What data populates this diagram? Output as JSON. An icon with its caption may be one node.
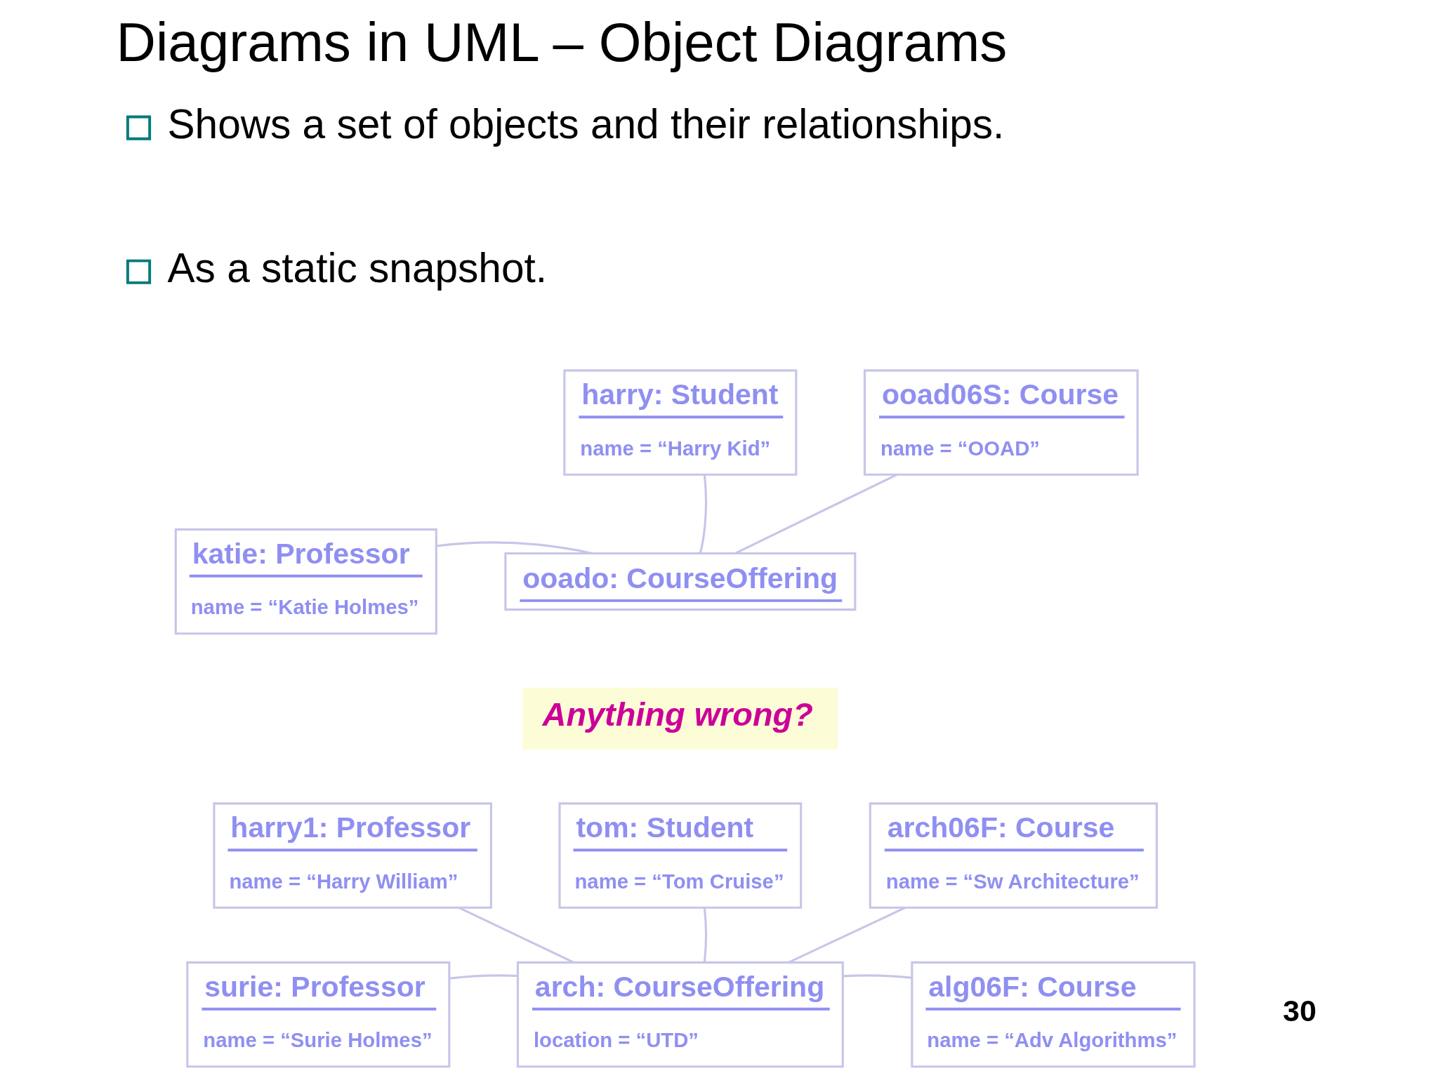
{
  "diagram": {
    "title": "Diagrams in UML – Object Diagrams",
    "nodes": [
      {
        "text": [
          "harry: Student",
          "name = “Harry Kid”"
        ]
      },
      {
        "text": [
          "ooad06S: Course",
          "name = “OOAD”"
        ]
      },
      {
        "text": [
          "katie: Professor",
          "name = “Katie Holmes”"
        ]
      },
      {
        "text": [
          "ooado: CourseOffering"
        ]
      },
      {
        "text": [
          "Anything wrong?"
        ]
      },
      {
        "text": [
          "arch06F: Course",
          "name = “Sw Architecture”"
        ]
      },
      {
        "text": [
          "tom: Student",
          "name = “Tom Cruise”"
        ]
      },
      {
        "text": [
          "harry1: Professor",
          "name = “Harry William”"
        ]
      },
      {
        "text": [
          "alg06F: Course",
          "name = “Adv Algorithms”"
        ]
      },
      {
        "text": [
          "surie: Professor",
          "name = “Surie Holmes”"
        ]
      },
      {
        "text": [
          "arch: CourseOffering",
          "location = “UTD”"
        ]
      }
    ],
    "edges": [
      {
        "from": 0,
        "to": 3,
        "arrow": "none"
      },
      {
        "from": 1,
        "to": 3,
        "arrow": "none"
      },
      {
        "from": 2,
        "to": 3,
        "arrow": "none"
      },
      {
        "from": 6,
        "to": 10,
        "arrow": "none"
      },
      {
        "from": 7,
        "to": 10,
        "arrow": "none"
      },
      {
        "from": 5,
        "to": 10,
        "arrow": "none"
      },
      {
        "from": 9,
        "to": 10,
        "arrow": "none"
      },
      {
        "from": 10,
        "to": 8,
        "arrow": "none"
      }
    ],
    "labels": [
      "Shows a set of objects and their relationships.",
      "As a static snapshot.",
      "30"
    ]
  }
}
